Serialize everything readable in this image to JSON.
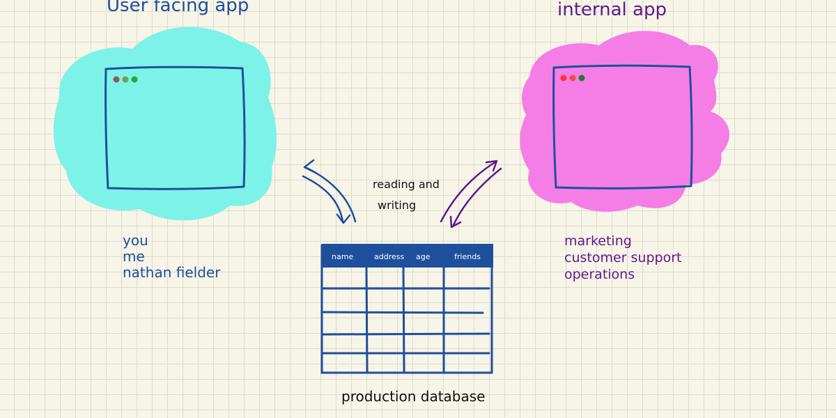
{
  "user_app": {
    "title": "User facing app",
    "users": [
      "you",
      "me",
      "nathan fielder"
    ],
    "blob_color": "#7df2e8",
    "ink_color": "#1d4f9c",
    "window_dots": [
      "#8a5a55",
      "#7a9a55",
      "#22aa33"
    ]
  },
  "internal_app": {
    "title": "internal app",
    "users": [
      "marketing",
      "customer support",
      "operations"
    ],
    "blob_color": "#f57ee6",
    "ink_color": "#5c1a8c",
    "window_dots": [
      "#ff3333",
      "#f04a4a",
      "#1e7a2e"
    ]
  },
  "center": {
    "label_line1": "reading and",
    "label_line2": "writing"
  },
  "database": {
    "label": "production database",
    "columns": [
      "name",
      "address",
      "age",
      "friends"
    ],
    "header_color": "#1d4f9c"
  },
  "icons": {
    "left_arrow": "double-arrow-icon",
    "right_arrow": "double-arrow-icon"
  }
}
